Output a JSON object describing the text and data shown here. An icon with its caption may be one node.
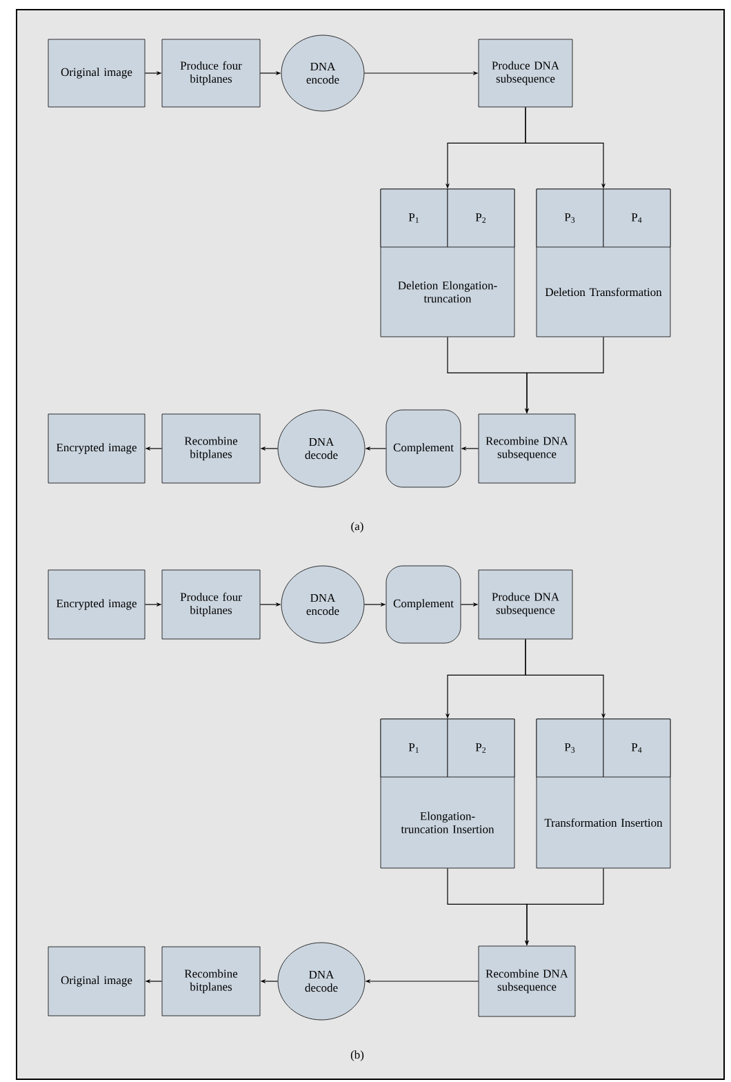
{
  "diagram": {
    "nodes": [
      {
        "text": [
          "Original image"
        ]
      },
      {
        "text": [
          "Produce four bitplanes"
        ]
      },
      {
        "text": [
          "DNA encode"
        ]
      },
      {
        "text": [
          "Produce DNA subsequence"
        ]
      },
      {
        "text": [
          "Deletion Elongation-truncation"
        ]
      },
      {
        "text": [
          "P$_{1}$"
        ],
        "in": 4
      },
      {
        "text": [
          "P$_{2}$"
        ],
        "in": 4
      },
      {
        "text": [
          "Deletion Transformation"
        ]
      },
      {
        "text": [
          "P$_{3}$"
        ],
        "in": 7
      },
      {
        "text": [
          "P$_{4}$"
        ],
        "in": 7
      },
      {
        "text": [
          "Recombine DNA subsequence"
        ]
      },
      {
        "text": [
          "Complement"
        ]
      },
      {
        "text": [
          "DNA decode"
        ]
      },
      {
        "text": [
          "Recombine bitplanes"
        ]
      },
      {
        "text": [
          "Encrypted image"
        ]
      },
      {
        "text": [
          "Encrypted image"
        ]
      },
      {
        "text": [
          "Produce four bitplanes"
        ]
      },
      {
        "text": [
          "DNA encode"
        ]
      },
      {
        "text": [
          "Complement"
        ]
      },
      {
        "text": [
          "Produce DNA subsequence"
        ]
      },
      {
        "text": [
          "Elongation-truncation Insertion"
        ]
      },
      {
        "text": [
          "P$_{1}$"
        ],
        "in": 20
      },
      {
        "text": [
          "P$_{2}$"
        ],
        "in": 20
      },
      {
        "text": [
          "Transformation Insertion"
        ]
      },
      {
        "text": [
          "P$_{3}$"
        ],
        "in": 23
      },
      {
        "text": [
          "P$_{4}$"
        ],
        "in": 23
      },
      {
        "text": [
          "Recombine DNA subsequence"
        ]
      },
      {
        "text": [
          "DNA decode"
        ]
      },
      {
        "text": [
          "Recombine bitplanes"
        ]
      },
      {
        "text": [
          "Original image"
        ]
      }
    ],
    "edges": [
      {
        "from": 0,
        "to": 1,
        "arrow": "to"
      },
      {
        "from": 1,
        "to": 2,
        "arrow": "to"
      },
      {
        "from": 2,
        "to": 3,
        "arrow": "to"
      },
      {
        "from": 3,
        "to": 4,
        "arrow": "to"
      },
      {
        "from": 3,
        "to": 7,
        "arrow": "to"
      },
      {
        "from": 4,
        "to": 10,
        "arrow": "to"
      },
      {
        "from": 7,
        "to": 10,
        "arrow": "to"
      },
      {
        "from": 10,
        "to": 11,
        "arrow": "to"
      },
      {
        "from": 11,
        "to": 12,
        "arrow": "to"
      },
      {
        "from": 12,
        "to": 13,
        "arrow": "to"
      },
      {
        "from": 13,
        "to": 14,
        "arrow": "to"
      },
      {
        "from": 15,
        "to": 16,
        "arrow": "to"
      },
      {
        "from": 16,
        "to": 17,
        "arrow": "to"
      },
      {
        "from": 17,
        "to": 18,
        "arrow": "to"
      },
      {
        "from": 18,
        "to": 19,
        "arrow": "to"
      },
      {
        "from": 19,
        "to": 20,
        "arrow": "to"
      },
      {
        "from": 19,
        "to": 23,
        "arrow": "to"
      },
      {
        "from": 20,
        "to": 26,
        "arrow": "to"
      },
      {
        "from": 23,
        "to": 26,
        "arrow": "to"
      },
      {
        "from": 26,
        "to": 27,
        "arrow": "to"
      },
      {
        "from": 27,
        "to": 28,
        "arrow": "to"
      },
      {
        "from": 28,
        "to": 29,
        "arrow": "to"
      }
    ],
    "labels": [
      "(a)",
      "(b)"
    ]
  }
}
